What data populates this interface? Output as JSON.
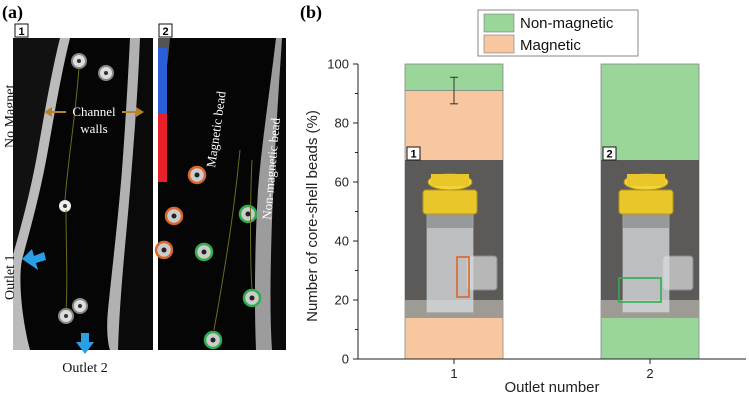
{
  "panel_a": {
    "letter": "(a)",
    "frame1_num": "1",
    "frame2_num": "2",
    "no_magnet": "No Magnet",
    "channel_walls_line1": "Channel",
    "channel_walls_line2": "walls",
    "outlet1": "Outlet 1",
    "outlet2": "Outlet 2",
    "magnetic_bead": "Magnetic bead",
    "non_magnetic_bead": "Non-magnetic bead",
    "colors": {
      "magnetic_ring": "#d9662a",
      "nonmagnetic_ring": "#2fae4f",
      "arrow": "#2a9fe6",
      "walls_arrow": "#b8822a",
      "bar_blue": "#2a5fd6",
      "bar_red": "#e8202a"
    }
  },
  "panel_b": {
    "letter": "(b)",
    "inset1_num": "1",
    "inset2_num": "2"
  },
  "chart_data": {
    "type": "bar",
    "stacked": true,
    "categories": [
      "1",
      "2"
    ],
    "series": [
      {
        "name": "Magnetic",
        "values": [
          91,
          0
        ],
        "color": "#f7c7a0"
      },
      {
        "name": "Non-magnetic",
        "values": [
          9,
          100
        ],
        "color": "#9ad69a"
      }
    ],
    "error_bar": {
      "category": "1",
      "center": 91,
      "low": 86.5,
      "high": 95.5
    },
    "xlabel": "Outlet number",
    "ylabel": "Number of core-shell beads (%)",
    "ylim": [
      0,
      100
    ],
    "yticks": [
      0,
      20,
      40,
      60,
      80,
      100
    ],
    "legend": [
      "Non-magnetic",
      "Magnetic"
    ],
    "legend_position": "top"
  }
}
